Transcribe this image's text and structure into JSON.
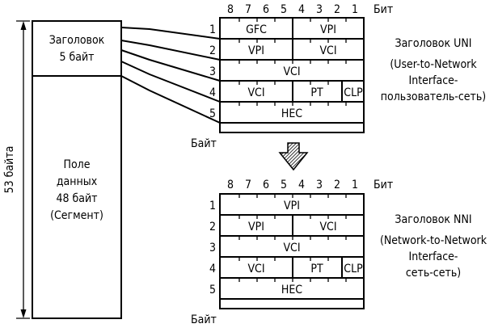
{
  "cell": {
    "size_label": "53 байта",
    "header_label": [
      "Заголовок",
      "5 байт"
    ],
    "payload_label": [
      "Поле",
      "данных",
      "48 байт",
      "(Сегмент)"
    ]
  },
  "uni": {
    "bit_numbers": [
      "8",
      "7",
      "6",
      "5",
      "4",
      "3",
      "2",
      "1"
    ],
    "bit_label": "Бит",
    "byte_label": "Байт",
    "rows": [
      {
        "num": "1",
        "fields": [
          "GFC",
          "VPI"
        ]
      },
      {
        "num": "2",
        "fields": [
          "VPI",
          "VCI"
        ]
      },
      {
        "num": "3",
        "fields": [
          "VCI"
        ]
      },
      {
        "num": "4",
        "fields": [
          "VCI",
          "PT",
          "CLP"
        ]
      },
      {
        "num": "5",
        "fields": [
          "HEC"
        ]
      }
    ],
    "caption": [
      "Заголовок UNI",
      "(User-to-Network",
      "Interface-",
      "пользователь-сеть)"
    ]
  },
  "nni": {
    "bit_numbers": [
      "8",
      "7",
      "6",
      "5",
      "4",
      "3",
      "2",
      "1"
    ],
    "bit_label": "Бит",
    "byte_label": "Байт",
    "rows": [
      {
        "num": "1",
        "fields": [
          "VPI"
        ]
      },
      {
        "num": "2",
        "fields": [
          "VPI",
          "VCI"
        ]
      },
      {
        "num": "3",
        "fields": [
          "VCI"
        ]
      },
      {
        "num": "4",
        "fields": [
          "VCI",
          "PT",
          "CLP"
        ]
      },
      {
        "num": "5",
        "fields": [
          "HEC"
        ]
      }
    ],
    "caption": [
      "Заголовок NNI",
      "(Network-to-Network",
      "Interface-",
      "сеть-сеть)"
    ]
  }
}
